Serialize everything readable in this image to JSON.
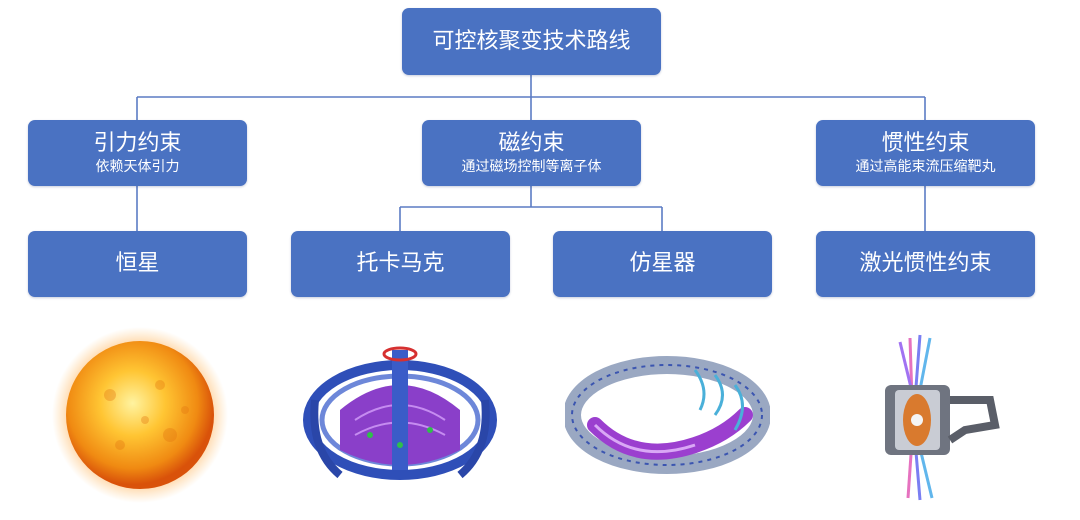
{
  "root": {
    "title": "可控核聚变技术路线"
  },
  "categories": [
    {
      "title": "引力约束",
      "subtitle": "依赖天体引力"
    },
    {
      "title": "磁约束",
      "subtitle": "通过磁场控制等离子体"
    },
    {
      "title": "惯性约束",
      "subtitle": "通过高能束流压缩靶丸"
    }
  ],
  "leaves": [
    {
      "title": "恒星"
    },
    {
      "title": "托卡马克"
    },
    {
      "title": "仿星器"
    },
    {
      "title": "激光惯性约束"
    }
  ],
  "illustrations": [
    {
      "icon": "sun-icon"
    },
    {
      "icon": "tokamak-icon"
    },
    {
      "icon": "stellarator-icon"
    },
    {
      "icon": "laser-fusion-target-icon"
    }
  ],
  "colors": {
    "box": "#4a72c2",
    "line": "#5b7cc4"
  }
}
